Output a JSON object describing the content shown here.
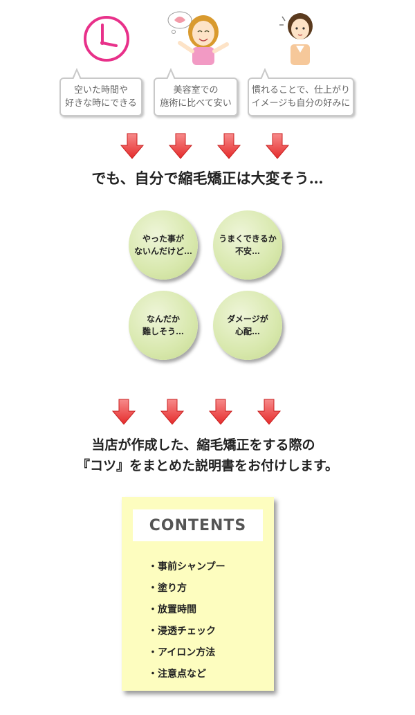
{
  "bubbles": [
    {
      "line1": "空いた時間や",
      "line2": "好きな時にできる"
    },
    {
      "line1": "美容室での",
      "line2": "施術に比べて安い"
    },
    {
      "line1": "慣れることで、仕上がり",
      "line2": "イメージも自分の好みに"
    }
  ],
  "heading1": "でも、自分で縮毛矯正は大変そう…",
  "circles": [
    {
      "line1": "やった事が",
      "line2": "ないんだけど…"
    },
    {
      "line1": "うまくできるか",
      "line2": "不安…"
    },
    {
      "line1": "なんだか",
      "line2": "難しそう…"
    },
    {
      "line1": "ダメージが",
      "line2": "心配…"
    }
  ],
  "heading2": {
    "line1": "当店が作成した、縮毛矯正をする際の",
    "line2": "『コツ』をまとめた説明書をお付けします。"
  },
  "contents": {
    "title": "CONTENTS",
    "items": [
      "・事前シャンプー",
      "・塗り方",
      "・放置時間",
      "・浸透チェック",
      "・アイロン方法",
      "・注意点など"
    ]
  },
  "colors": {
    "clock": "#e8318a",
    "arrow": "#e8302f",
    "circle": "#d8e8ad",
    "note": "#fdfdbf"
  }
}
